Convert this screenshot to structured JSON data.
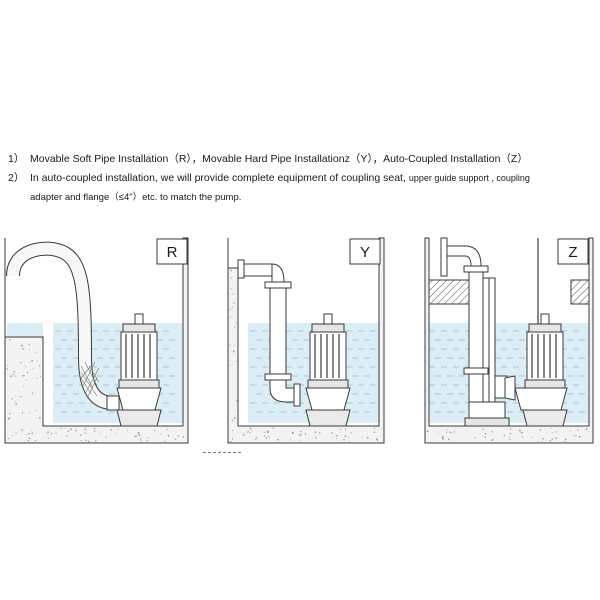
{
  "notes": {
    "line1": {
      "number": "1）",
      "text": "Movable Soft Pipe Installation（R），Movable Hard Pipe  Installationz（Y），Auto-Coupled Installation（Z）"
    },
    "line2": {
      "number": "2）",
      "text_a": "In auto-coupled installation, we will provide complete equipment of coupling seat,",
      "text_b": "upper guide support , coupling"
    },
    "line3": {
      "text": "adapter and flange（≤4\"）etc. to match the pump."
    }
  },
  "panels": [
    {
      "label": "R",
      "method": "movable-soft-pipe"
    },
    {
      "label": "Y",
      "method": "movable-hard-pipe"
    },
    {
      "label": "Z",
      "method": "auto-coupled"
    }
  ],
  "colors": {
    "line": "#3a3a3a",
    "water": "#dcedf5",
    "water_dash": "#a9c7d6",
    "wall_fill": "#f3f3f3",
    "speckle": "#9a9a9a",
    "hatch": "#555555"
  }
}
